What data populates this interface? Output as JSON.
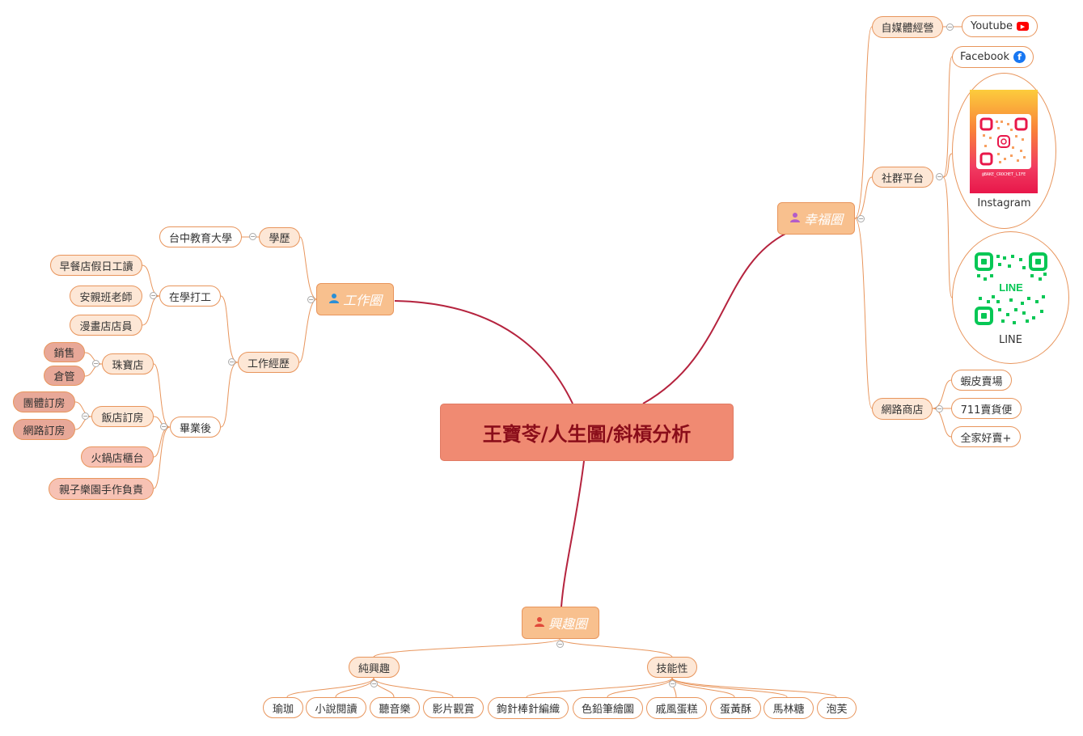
{
  "center_title": "王寶苓/人生圖/斜槓分析",
  "work": {
    "title": "工作圈",
    "icon": "person-icon",
    "education": {
      "label": "學歷",
      "school": "台中教育大學"
    },
    "experience": {
      "label": "工作經歷",
      "student_jobs": {
        "label": "在學打工",
        "items": [
          "早餐店假日工讀",
          "安親班老師",
          "漫畫店店員"
        ]
      },
      "after_graduation": {
        "label": "畢業後",
        "jewelry": {
          "label": "珠寶店",
          "items": [
            "銷售",
            "倉管"
          ]
        },
        "hotel": {
          "label": "飯店訂房",
          "items": [
            "團體訂房",
            "網路訂房"
          ]
        },
        "hotpot": "火鍋店櫃台",
        "parent_child": "親子樂園手作負責"
      }
    }
  },
  "happiness": {
    "title": "幸福圈",
    "icon": "person-icon",
    "self_media": {
      "label": "自媒體經營",
      "youtube": "Youtube"
    },
    "social": {
      "label": "社群平台",
      "facebook": "Facebook",
      "instagram": {
        "label": "Instagram",
        "handle": "@BAKE_CROCHET_LIFE"
      },
      "line": {
        "label": "LINE",
        "logo_text": "LINE"
      }
    },
    "shops": {
      "label": "網路商店",
      "items": [
        "蝦皮賣場",
        "711賣貨便",
        "全家好賣+"
      ]
    }
  },
  "interest": {
    "title": "興趣圈",
    "icon": "person-icon",
    "pure": {
      "label": "純興趣",
      "items": [
        "瑜珈",
        "小說閱讀",
        "聽音樂",
        "影片觀賞"
      ]
    },
    "skill": {
      "label": "技能性",
      "items": [
        "鉤針棒針編織",
        "色鉛筆繪圖",
        "戚風蛋糕",
        "蛋黃酥",
        "馬林糖",
        "泡芙"
      ]
    }
  },
  "colors": {
    "main_link": "#b5233e",
    "branch_link": "#e8955c",
    "center_fill": "#f08a72",
    "center_text": "#8a0d1a",
    "main_node_fill": "#f8c08e",
    "line_green": "#06c755",
    "instagram_pink": "#e8174a"
  },
  "collapse_symbol": "−"
}
